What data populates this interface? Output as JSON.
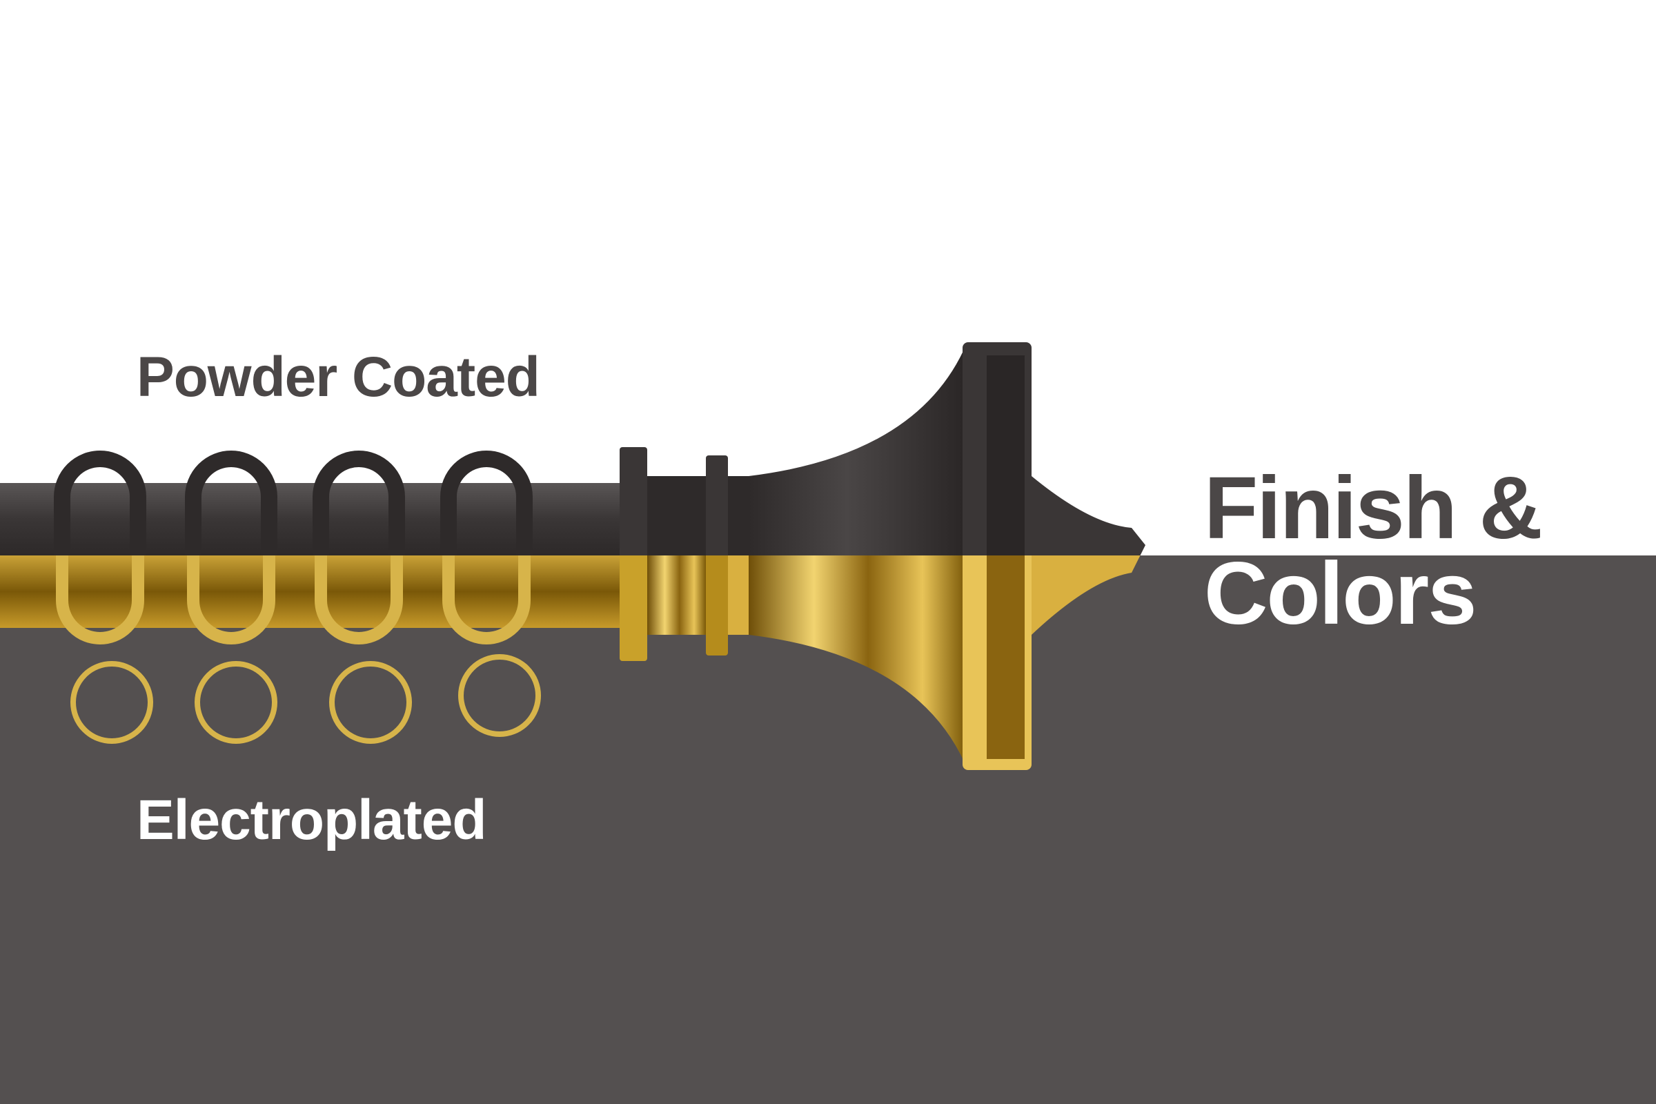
{
  "labels": {
    "top": "Powder Coated",
    "bottom": "Electroplated"
  },
  "heading": {
    "line1": "Finish &",
    "line2": "Colors"
  },
  "colors": {
    "background_top": "#ffffff",
    "background_bottom": "#545050",
    "label_top_text": "#4b4747",
    "label_bottom_text": "#ffffff",
    "heading_line1_text": "#4b4747",
    "heading_line2_text": "#ffffff",
    "powder_coated_finish": "#3d3939",
    "electroplated_finish": "#c9a12a"
  },
  "product": {
    "ring_count": 4
  }
}
